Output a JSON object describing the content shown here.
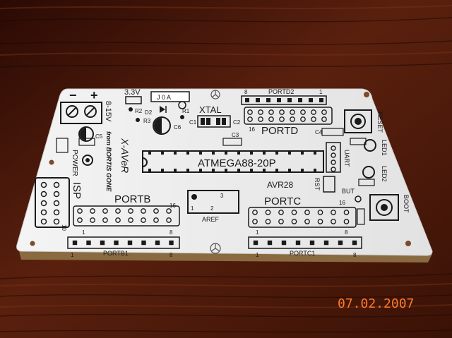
{
  "photo": {
    "date_stamp": "07.02.2007",
    "colors": {
      "table": "#4a1a0c",
      "board": "#eeeeee",
      "silkscreen": "#1a1a1a",
      "date_stamp": "#ff7a2a"
    }
  },
  "board": {
    "labels": {
      "v33": "3.3V",
      "voltage": "8-15V",
      "plus": "+",
      "minus": "−",
      "jumper": "J 0 A",
      "xtal": "XTAL",
      "r1": "R1",
      "r2": "R2",
      "r3": "R3",
      "d2": "D2",
      "c1": "C1",
      "c2": "C2",
      "c3": "C3",
      "c5": "C5",
      "c6": "C6",
      "c4": "C4",
      "portd2": "PORTD2",
      "portd": "PORTD",
      "num8_pd2": "8",
      "num1_pd2": "1",
      "num16_pd": "16",
      "reset": "RESET",
      "led1": "LED1",
      "led2": "LED2",
      "uart": "UART",
      "boot": "BOOT",
      "power": "POWER",
      "xaver": "X-AVeR",
      "from": "from BORTIS GONE",
      "isp": "ISP",
      "mcu": "ATMEGA88-20P",
      "avr28": "AVR28",
      "rst": "RST",
      "but": "BUT",
      "portb": "PORTB",
      "num16_pb": "16",
      "aref": "AREF",
      "portc": "PORTC",
      "num16_pc": "16",
      "portb1": "PORTB1",
      "portc1": "PORTC1",
      "num1_pb1": "1",
      "num8_pb1": "8",
      "num1_pc1": "1",
      "num8_pc1": "8",
      "num1_pb_top": "1",
      "num8_pb_top": "8",
      "num1_pc_top": "1",
      "num8_pc_top": "8",
      "num10_isp": "10",
      "aref_num1": "1",
      "aref_num3": "3",
      "aref_num2": "2"
    }
  }
}
